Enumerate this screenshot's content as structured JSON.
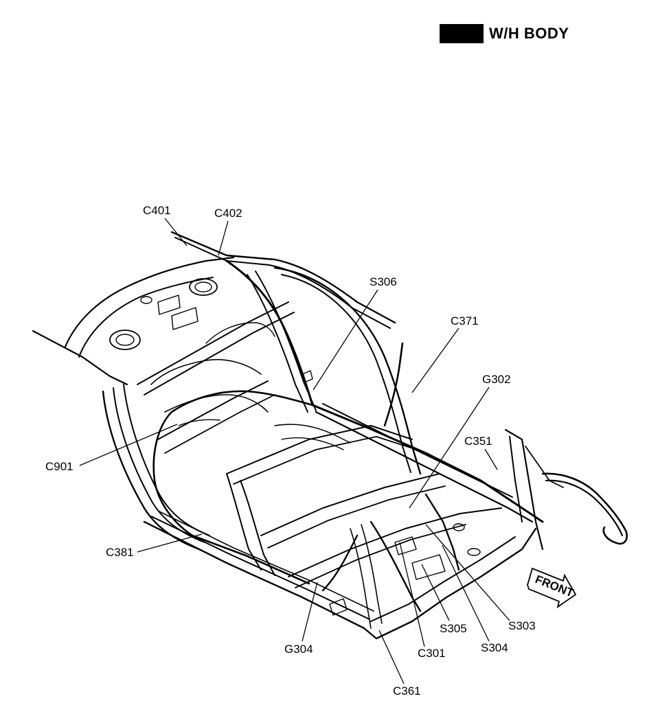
{
  "header": {
    "title": "W/H BODY"
  },
  "direction": {
    "front_label": "FRONT"
  },
  "callouts": {
    "c401": "C401",
    "c402": "C402",
    "s306": "S306",
    "c371": "C371",
    "g302": "G302",
    "c351": "C351",
    "c901": "C901",
    "c381": "C381",
    "s303": "S303",
    "s305": "S305",
    "s304": "S304",
    "c301": "C301",
    "g304": "G304",
    "c361": "C361"
  },
  "colors": {
    "ink": "#000000",
    "paper": "#ffffff"
  }
}
